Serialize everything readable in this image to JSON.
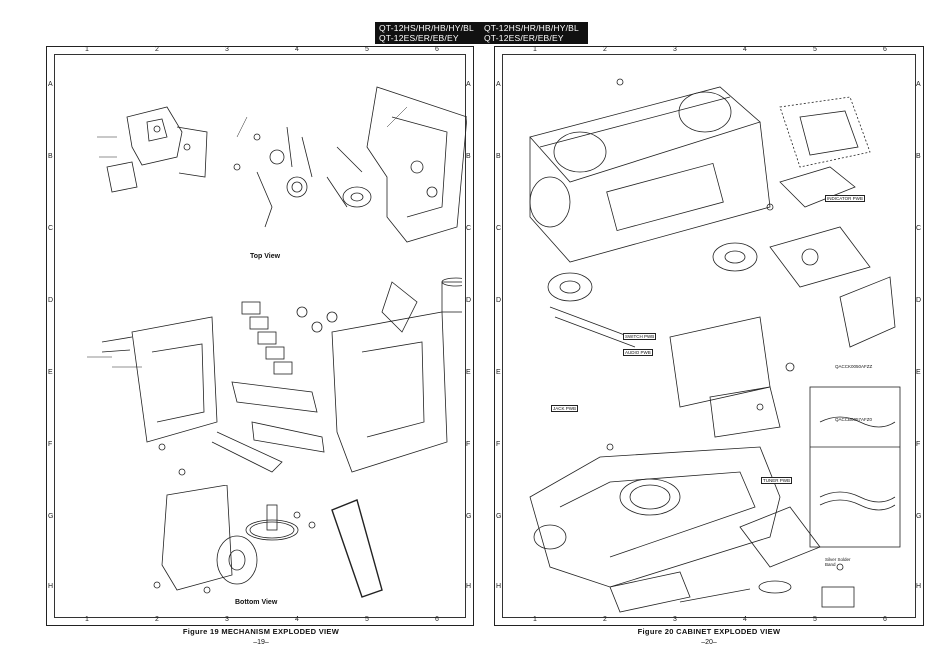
{
  "header": {
    "model_left_line1": "QT-12HS/HR/HB/HY/BL",
    "model_left_line2": "QT-12ES/ER/EB/EY",
    "model_right_line1": "QT-12HS/HR/HB/HY/BL",
    "model_right_line2": "QT-12ES/ER/EB/EY"
  },
  "grid": {
    "columns": [
      "1",
      "2",
      "3",
      "4",
      "5",
      "6"
    ],
    "rows": [
      "A",
      "B",
      "C",
      "D",
      "E",
      "F",
      "G",
      "H"
    ]
  },
  "left_page": {
    "top_view_label": "Top View",
    "bottom_view_label": "Bottom View",
    "caption": "Figure 19 MECHANISM EXPLODED VIEW",
    "page_number": "–19–"
  },
  "right_page": {
    "caption": "Figure 20 CABINET EXPLODED VIEW",
    "page_number": "–20–",
    "board_labels": [
      "INDICATOR PWB",
      "SWITCH PWB",
      "AUDIO PWB",
      "JACK PWB",
      "TUNER PWB"
    ],
    "cord_part_1": "QACCK0050AFZZ",
    "cord_part_2": "QACCB0057AFZ0",
    "note_text": "Silver Solder Band"
  }
}
